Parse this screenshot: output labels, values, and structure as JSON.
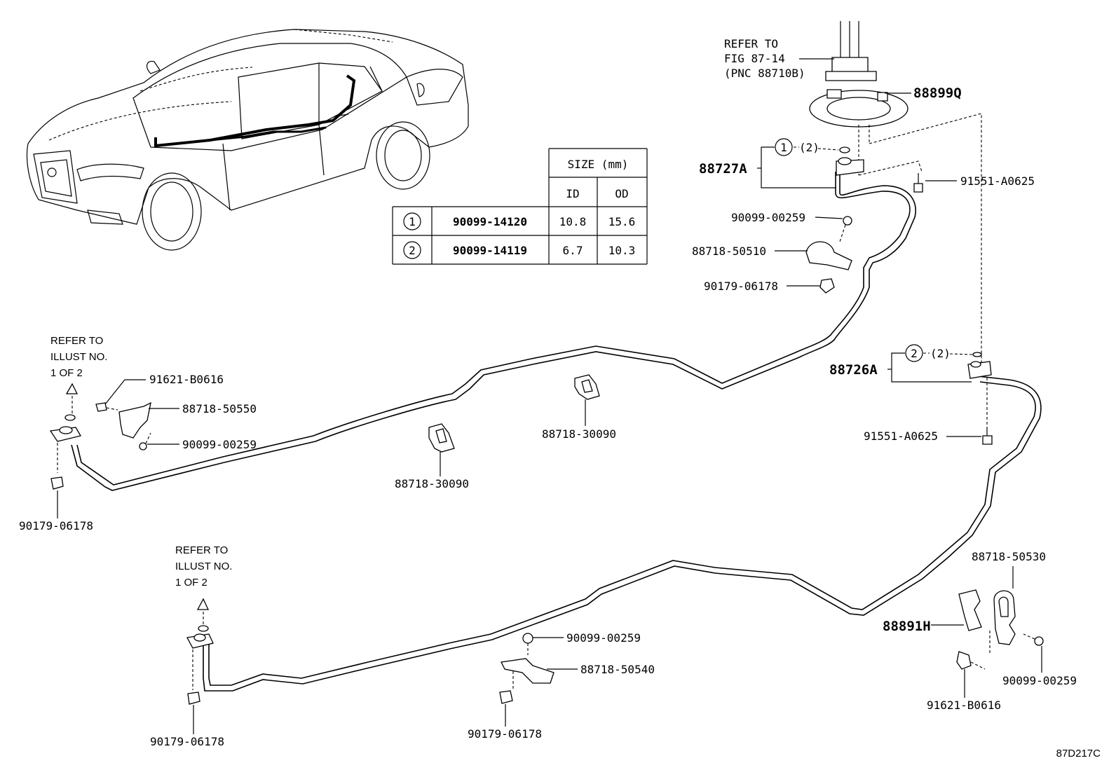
{
  "figure_code": "87D217C",
  "size_table": {
    "header": "SIZE (mm)",
    "col_id": "ID",
    "col_od": "OD",
    "rows": [
      {
        "marker": "1",
        "part": "90099-14120",
        "id": "10.8",
        "od": "15.6"
      },
      {
        "marker": "2",
        "part": "90099-14119",
        "id": "6.7",
        "od": "10.3"
      }
    ]
  },
  "refer_fig": {
    "line1": "REFER TO",
    "line2": "FIG 87-14",
    "line3": "(PNC 88710B)"
  },
  "refer_illust_left": {
    "line1": "REFER TO",
    "line2": "ILLUST NO.",
    "line3": "1 OF 2"
  },
  "refer_illust_bottom": {
    "line1": "REFER TO",
    "line2": "ILLUST NO.",
    "line3": "1 OF 2"
  },
  "callouts": {
    "p88899Q": "88899Q",
    "p88727A": "88727A",
    "p88726A": "88726A",
    "p88891H": "88891H",
    "marker1": "1",
    "marker2": "2",
    "qty1": "(2)",
    "qty2": "(2)",
    "p91551_top": "91551-A0625",
    "p91551_mid": "91551-A0625",
    "p90099_00259_top": "90099-00259",
    "p88718_50510": "88718-50510",
    "p90179_top": "90179-06178",
    "p91621_left": "91621-B0616",
    "p88718_50550": "88718-50550",
    "p90099_00259_left": "90099-00259",
    "p90179_left": "90179-06178",
    "p88718_30090_a": "88718-30090",
    "p88718_30090_b": "88718-30090",
    "p90099_00259_bottom": "90099-00259",
    "p88718_50540": "88718-50540",
    "p90179_bottom_mid": "90179-06178",
    "p90179_bottom_left": "90179-06178",
    "p88718_50530": "88718-50530",
    "p90099_00259_right": "90099-00259",
    "p91621_right": "91621-B0616"
  }
}
